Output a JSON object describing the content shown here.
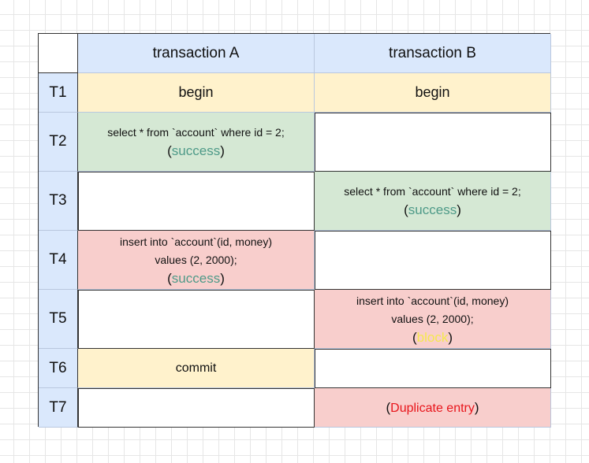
{
  "headers": {
    "col_a": "transaction A",
    "col_b": "transaction B"
  },
  "rows": [
    {
      "label": "T1",
      "a": {
        "text": "begin"
      },
      "b": {
        "text": "begin"
      }
    },
    {
      "label": "T2",
      "a": {
        "sql": [
          "select * from `account` where id = 2;"
        ],
        "status": "success"
      },
      "b": {}
    },
    {
      "label": "T3",
      "a": {},
      "b": {
        "sql": [
          "select * from `account` where id = 2;"
        ],
        "status": "success"
      }
    },
    {
      "label": "T4",
      "a": {
        "sql": [
          "insert into `account`(id, money)",
          "values (2, 2000);"
        ],
        "status": "success"
      },
      "b": {}
    },
    {
      "label": "T5",
      "a": {},
      "b": {
        "sql": [
          "insert into `account`(id, money)",
          "values (2, 2000);"
        ],
        "status": "block"
      }
    },
    {
      "label": "T6",
      "a": {
        "text": "commit"
      },
      "b": {}
    },
    {
      "label": "T7",
      "a": {},
      "b": {
        "status": "Duplicate entry"
      }
    }
  ],
  "symbols": {
    "open_paren": "(",
    "close_paren": ")"
  },
  "colors": {
    "header_blue": "#dae8fc",
    "begin_yellow": "#fff2cc",
    "success_green": "#d5e8d4",
    "insert_red": "#f8cecc",
    "success_text": "#4e9a88",
    "block_text": "#f5e84e",
    "error_text": "#e8151b"
  }
}
